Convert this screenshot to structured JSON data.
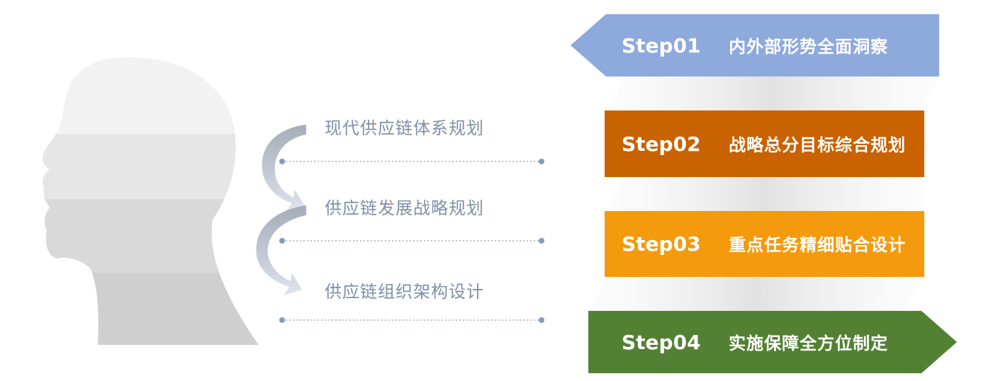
{
  "plan_items": [
    {
      "label": "现代供应链体系规划"
    },
    {
      "label": "供应链发展战略规划"
    },
    {
      "label": "供应链组织架构设计"
    }
  ],
  "steps": [
    {
      "num": "Step01",
      "title": "内外部形势全面洞察",
      "color": "#8ea9dc"
    },
    {
      "num": "Step02",
      "title": "战略总分目标综合规划",
      "color": "#c96200"
    },
    {
      "num": "Step03",
      "title": "重点任务精细贴合设计",
      "color": "#f59a0c"
    },
    {
      "num": "Step04",
      "title": "实施保障全方位制定",
      "color": "#538134"
    }
  ],
  "colors": {
    "label_text": "#8090a8",
    "dotted_line": "#8a9ab5",
    "head_light": "#f2f2f2",
    "head_mid": "#e6e6e6",
    "head_dark": "#d9d9d9",
    "arrow_dark": "#a5adb8",
    "arrow_light": "#d7deea"
  }
}
